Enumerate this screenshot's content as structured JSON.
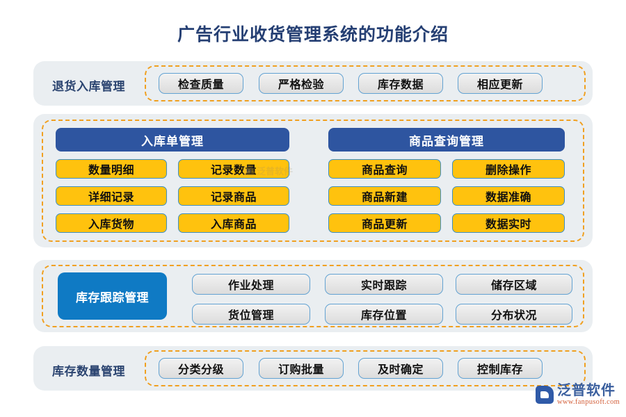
{
  "header": {
    "title": "广告行业收货管理系统的功能介绍"
  },
  "colors": {
    "title_navy": "#253f73",
    "panel_grey": "#eaeef1",
    "dashed_orange": "#f0a020",
    "header_blue": "#2e55a0",
    "block_blue": "#0f7ac4",
    "button_yellow": "#ffc20e",
    "button_border_blue": "#62a2d2",
    "label_navy": "#2b4470"
  },
  "sections": [
    {
      "id": "return-inbound",
      "label": "退货入库管理",
      "items": [
        "检查质量",
        "严格检验",
        "库存数据",
        "相应更新"
      ]
    },
    {
      "id": "inbound-and-query",
      "groups": [
        {
          "id": "inbound-order",
          "header": "入库单管理",
          "items": [
            "数量明细",
            "记录数量",
            "详细记录",
            "记录商品",
            "入库货物",
            "入库商品"
          ]
        },
        {
          "id": "goods-query",
          "header": "商品查询管理",
          "items": [
            "商品查询",
            "删除操作",
            "商品新建",
            "数据准确",
            "商品更新",
            "数据实时"
          ]
        }
      ]
    },
    {
      "id": "inventory-tracking",
      "label": "库存跟踪管理",
      "items": [
        "作业处理",
        "实时跟踪",
        "储存区域",
        "货位管理",
        "库存位置",
        "分布状况"
      ]
    },
    {
      "id": "inventory-quantity",
      "label": "库存数量管理",
      "items": [
        "分类分级",
        "订购批量",
        "及时确定",
        "控制库存"
      ]
    }
  ],
  "watermarks": {
    "faint_text": "泛普软件",
    "logo_cn": "泛普软件",
    "logo_url": "www.fanpusoft.com"
  }
}
